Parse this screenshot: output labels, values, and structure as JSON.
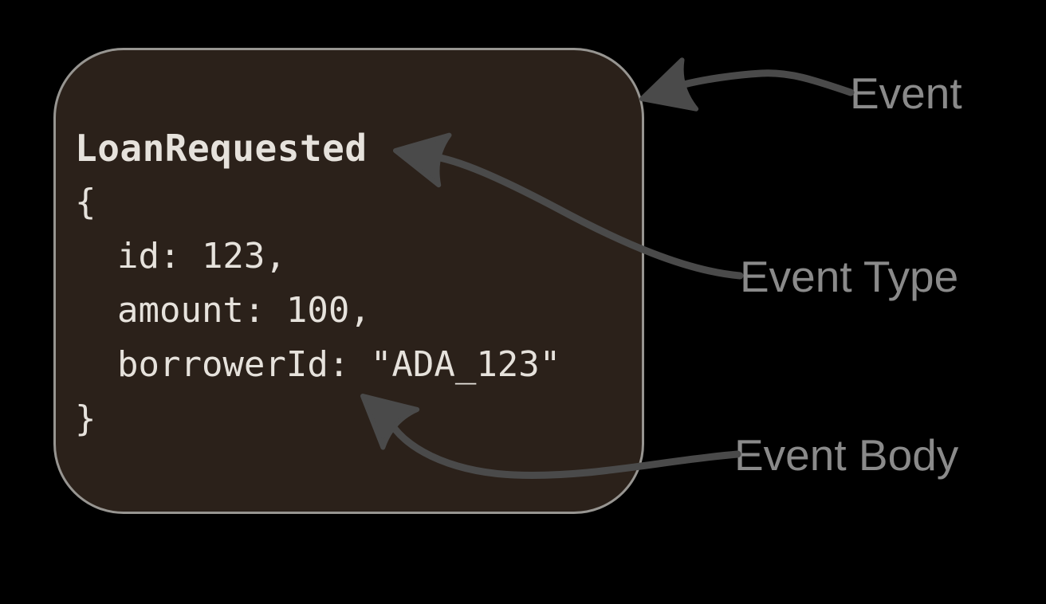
{
  "scene": {
    "card": {
      "title": "LoanRequested",
      "body": "{\n  id: 123,\n  amount: 100,\n  borrowerId: \"ADA_123\"\n}"
    },
    "labels": {
      "event": "Event",
      "event_type": "Event Type",
      "event_body": "Event Body"
    },
    "colors": {
      "background": "#000000",
      "card_fill": "#2b211a",
      "card_border": "#979591",
      "code_text": "#e6e2dc",
      "arrow": "#4a4a4a",
      "label_text": "#8a8a8a"
    }
  }
}
